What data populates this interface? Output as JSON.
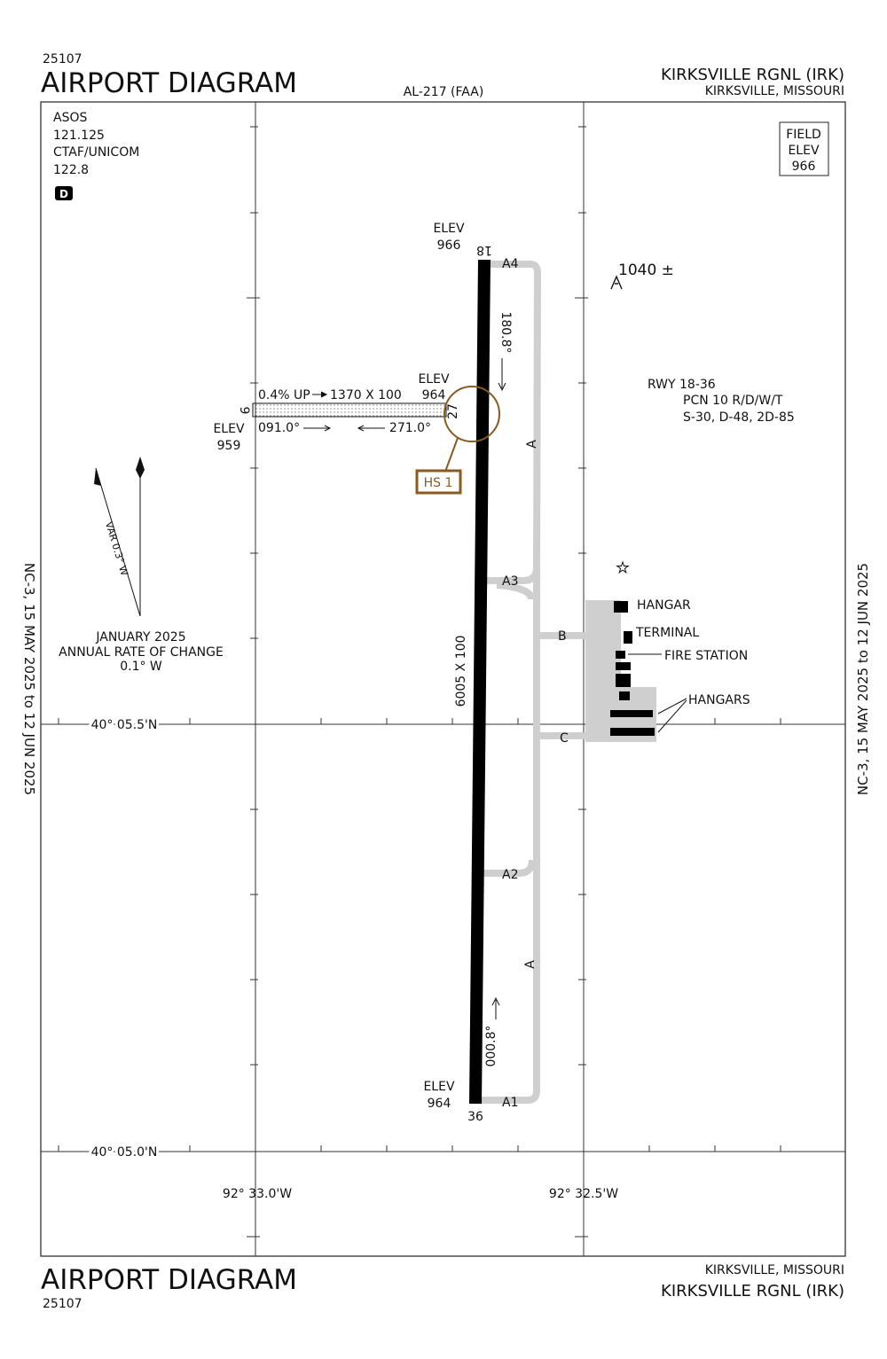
{
  "header": {
    "chart_number": "25107",
    "title": "AIRPORT DIAGRAM",
    "chart_id": "AL-217 (FAA)",
    "airport": "KIRKSVILLE RGNL (IRK)",
    "location": "KIRKSVILLE, MISSOURI"
  },
  "footer": {
    "chart_number": "25107",
    "title": "AIRPORT DIAGRAM",
    "airport": "KIRKSVILLE RGNL (IRK)",
    "location": "KIRKSVILLE, MISSOURI"
  },
  "side_left": "NC-3,  15 MAY 2025  to  12 JUN 2025",
  "side_right": "NC-3,  15 MAY 2025  to  12 JUN 2025",
  "comms": {
    "asos": "ASOS",
    "asos_freq": "121.125",
    "ctaf": "CTAF/UNICOM",
    "ctaf_freq": "122.8",
    "d_badge": "D"
  },
  "field_elev": {
    "l1": "FIELD",
    "l2": "ELEV",
    "value": "966"
  },
  "obstacle": "1040 ±",
  "runway_info": {
    "l1": "RWY 18-36",
    "l2": "PCN 10 R/D/W/T",
    "l3": "S-30, D-48, 2D-85"
  },
  "rwy18": {
    "num": "18",
    "elev_label": "ELEV",
    "elev": "966",
    "heading": "180.8°"
  },
  "rwy36": {
    "num": "36",
    "elev_label": "ELEV",
    "elev": "964",
    "heading": "000.8°"
  },
  "rwy_dims": "6005 X 100",
  "rwy9": {
    "num": "9",
    "elev_label": "ELEV",
    "elev": "959",
    "heading": "091.0°",
    "grade": "0.4% UP",
    "dims": "1370 X 100"
  },
  "rwy27": {
    "num": "27",
    "elev_label": "ELEV",
    "elev": "964",
    "heading": "271.0°"
  },
  "hotspot": "HS 1",
  "taxiways": {
    "a4": "A4",
    "a3": "A3",
    "a2": "A2",
    "a1": "A1",
    "a": "A",
    "b": "B",
    "c": "C"
  },
  "buildings": {
    "hangar": "HANGAR",
    "terminal": "TERMINAL",
    "fire": "FIRE STATION",
    "hangars": "HANGARS"
  },
  "variation": {
    "var": "VAR 0.3° W",
    "date": "JANUARY 2025",
    "rate_label": "ANNUAL RATE OF CHANGE",
    "rate": "0.1° W"
  },
  "grid": {
    "lat1": "40° 05.5'N",
    "lat2": "40° 05.0'N",
    "lon1": "92° 33.0'W",
    "lon2": "92° 32.5'W"
  },
  "colors": {
    "hotspot": "#8b5a1e",
    "taxiway": "#cccccc",
    "runway": "#000000"
  }
}
